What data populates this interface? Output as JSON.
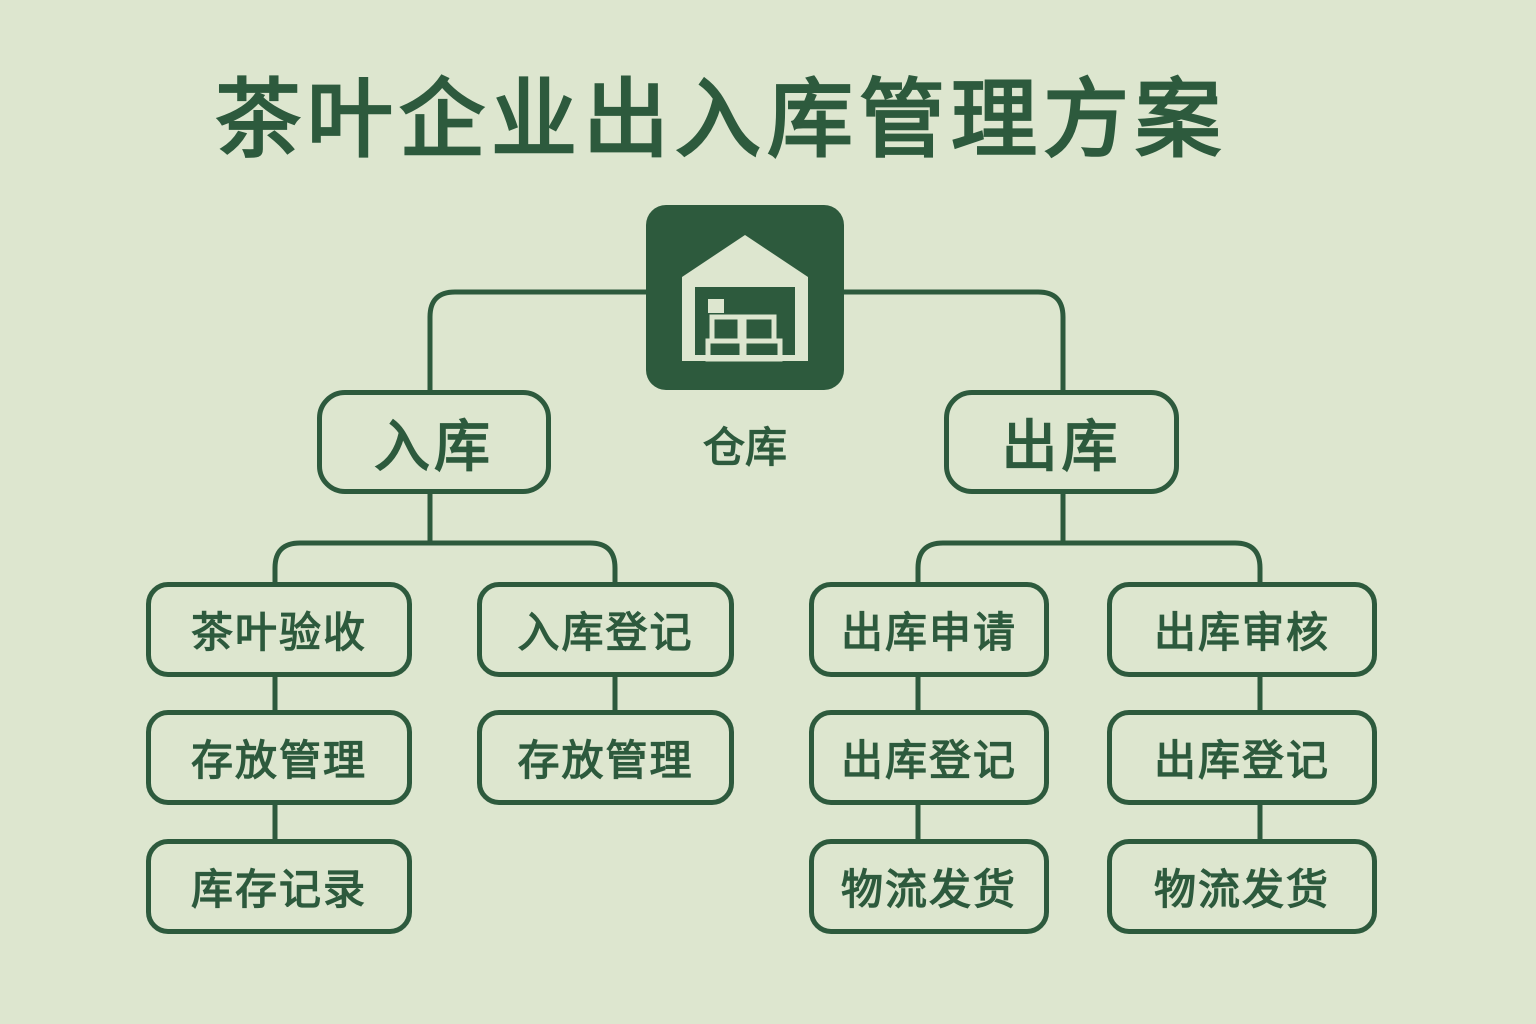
{
  "title": "茶叶企业出入库管理方案",
  "root": {
    "label": "仓库",
    "icon": "warehouse-icon"
  },
  "inbound": {
    "label": "入库",
    "left": [
      "茶叶验收",
      "存放管理",
      "库存记录"
    ],
    "right": [
      "入库登记",
      "存放管理"
    ]
  },
  "outbound": {
    "label": "出库",
    "left": [
      "出库申请",
      "出库登记",
      "物流发货"
    ],
    "right": [
      "出库审核",
      "出库登记",
      "物流发货"
    ]
  },
  "colors": {
    "background": "#dde6cf",
    "primary": "#2d5a3d"
  }
}
